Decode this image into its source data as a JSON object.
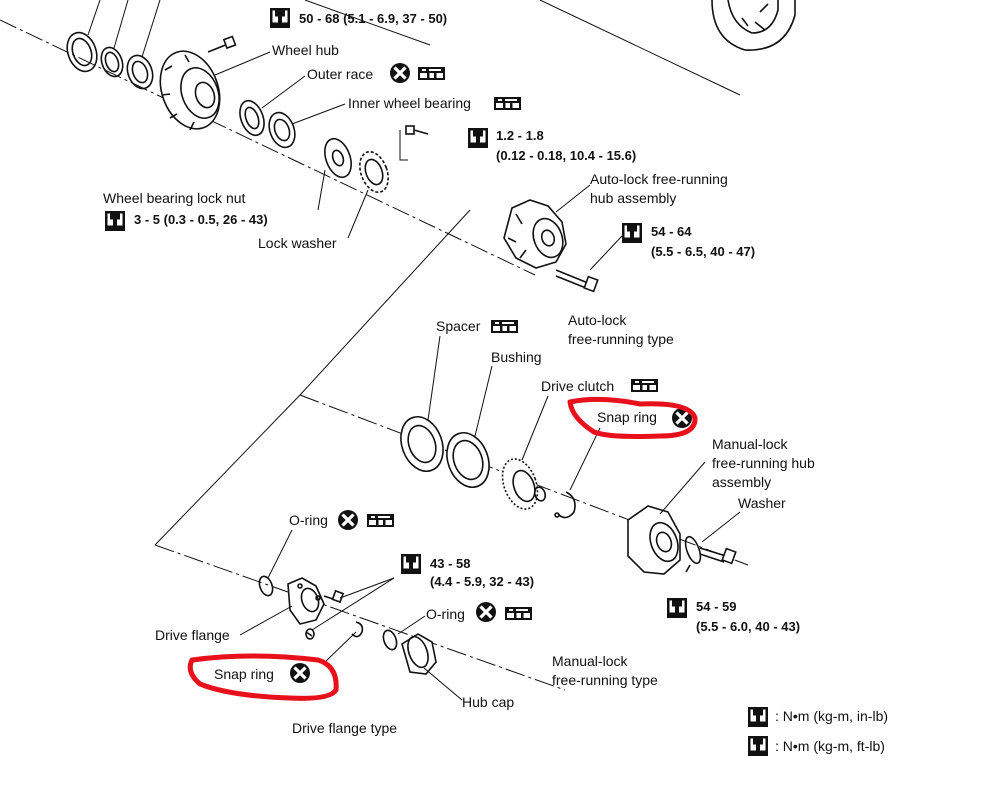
{
  "labels": {
    "torque_top_1": "50 - 68 (5.1 - 6.9, 37 - 50)",
    "wheel_hub": "Wheel hub",
    "outer_race": "Outer race",
    "inner_wheel_bearing": "Inner wheel bearing",
    "torque_bolt_1": "1.2 - 1.8",
    "torque_bolt_2": "(0.12 - 0.18, 10.4 - 15.6)",
    "lock_nut": "Wheel bearing lock nut",
    "lock_nut_torque": "3 - 5 (0.3 - 0.5, 26 - 43)",
    "lock_washer": "Lock washer",
    "autolock_hub_1": "Auto-lock free-running",
    "autolock_hub_2": "hub assembly",
    "autolock_torque_1": "54 - 64",
    "autolock_torque_2": "(5.5 - 6.5, 40 - 47)",
    "autolock_type_1": "Auto-lock",
    "autolock_type_2": "free-running type",
    "spacer": "Spacer",
    "bushing": "Bushing",
    "drive_clutch": "Drive clutch",
    "snap_ring_upper": "Snap ring",
    "manual_hub_1": "Manual-lock",
    "manual_hub_2": "free-running hub",
    "manual_hub_3": "assembly",
    "washer": "Washer",
    "o_ring_upper": "O-ring",
    "flange_torque_1": "43 - 58",
    "flange_torque_2": "(4.4 - 5.9, 32 - 43)",
    "drive_flange": "Drive flange",
    "o_ring_lower": "O-ring",
    "manual_torque_1": "54 - 59",
    "manual_torque_2": "(5.5 - 6.0, 40 - 43)",
    "snap_ring_lower": "Snap ring",
    "hub_cap": "Hub cap",
    "manual_type_1": "Manual-lock",
    "manual_type_2": "free-running type",
    "drive_flange_type": "Drive flange type"
  },
  "legend": {
    "line_1": ": N•m (kg-m, in-lb)",
    "line_2": ": N•m (kg-m, ft-lb)"
  },
  "icons": [
    "torque-wrench-icon",
    "replace-part-icon",
    "grease-icon"
  ],
  "colors": {
    "highlight": "#e8101a",
    "ink": "#111111"
  }
}
